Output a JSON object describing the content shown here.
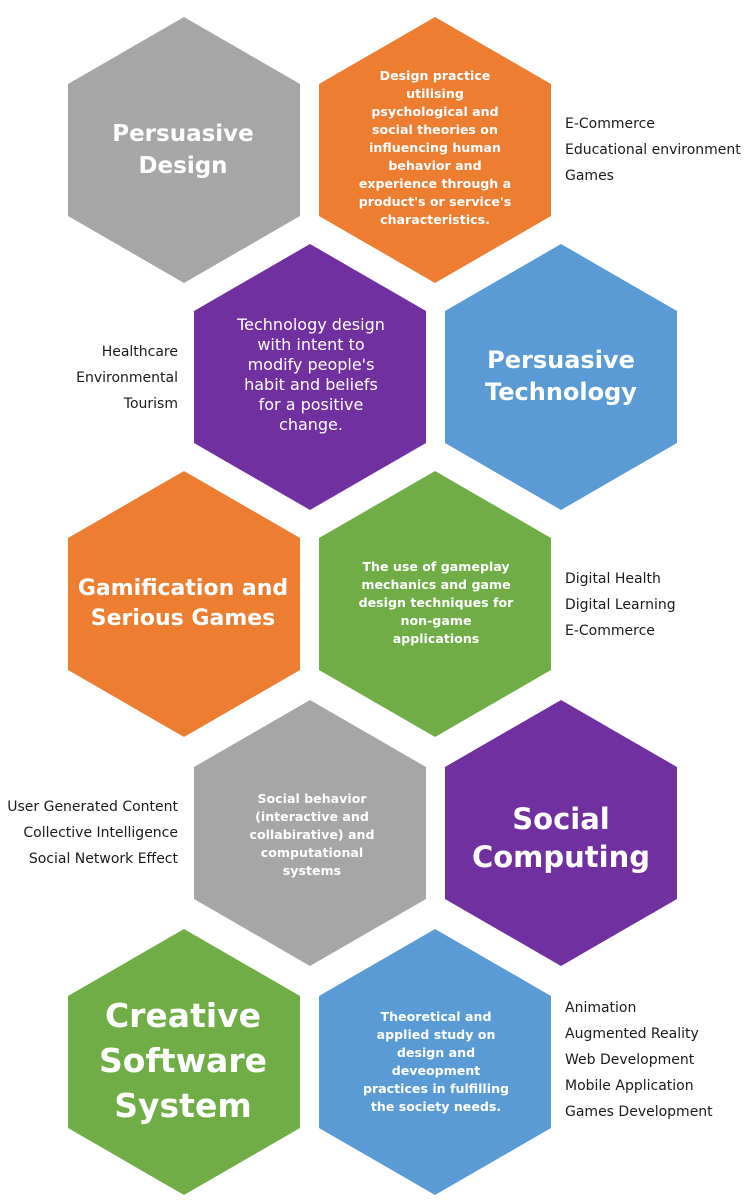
{
  "colors": {
    "gray": "#a6a6a6",
    "orange": "#ed7d31",
    "purple": "#7030a0",
    "blue": "#5b9bd5",
    "green": "#70ad47",
    "text_light": "#ffffff",
    "text_dark": "#1a1a1a"
  },
  "rows": [
    {
      "title": "Persuasive Design",
      "description": "Design practice utilising psychological and social theories on influencing human behavior and experience through a product's or service's characteristics.",
      "applications": [
        "E-Commerce",
        "Educational environment",
        "Games"
      ]
    },
    {
      "title": "Persuasive Technology",
      "description": "Technology design with intent  to modify people's habit and beliefs for a positive change.",
      "applications": [
        "Healthcare",
        "Environmental",
        "Tourism"
      ]
    },
    {
      "title": "Gamification and Serious Games",
      "description": "The use of gameplay mechanics and game design techniques for non-game applications",
      "applications": [
        "Digital Health",
        "Digital Learning",
        "E-Commerce"
      ]
    },
    {
      "title": "Social Computing",
      "description": "Social behavior (interactive and collabirative) and computational systems",
      "applications": [
        "User Generated Content",
        "Collective Intelligence",
        "Social Network Effect"
      ]
    },
    {
      "title": "Creative Software System",
      "description": "Theoretical and applied study on design and deveopment practices in fulfilling the society needs.",
      "applications": [
        "Animation",
        "Augmented Reality",
        "Web Development",
        "Mobile Application",
        "Games Development"
      ]
    }
  ]
}
